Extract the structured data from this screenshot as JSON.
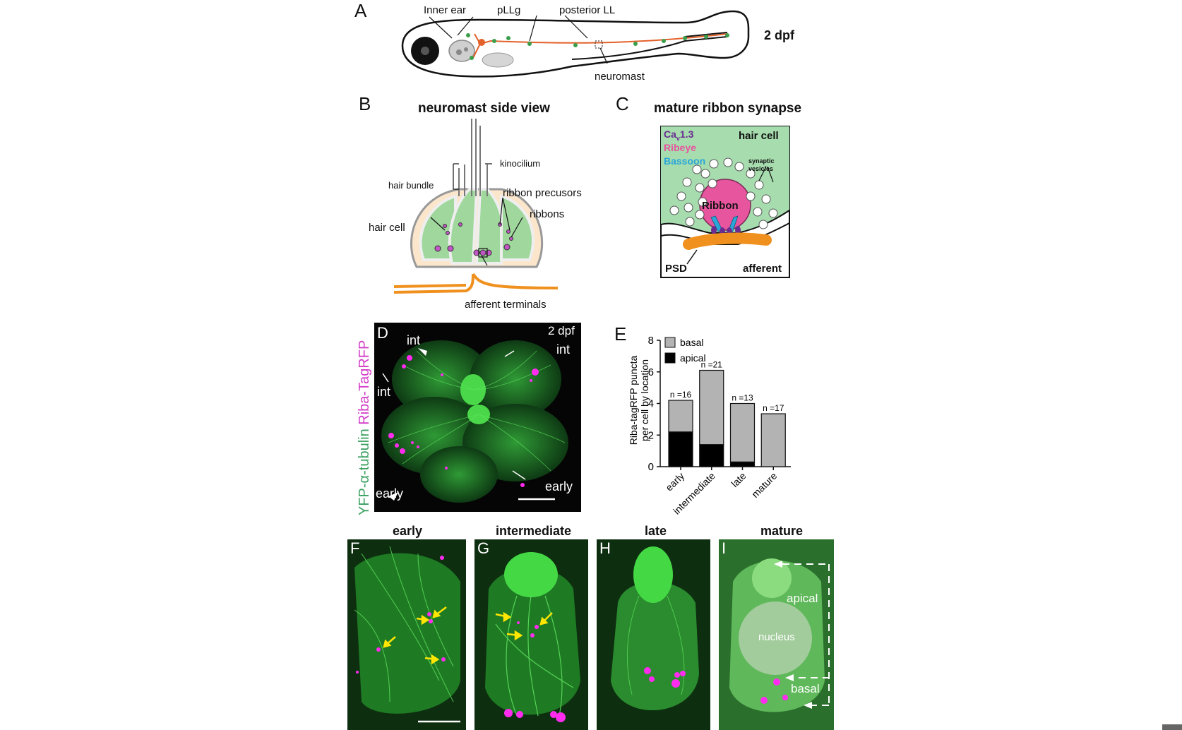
{
  "panelA": {
    "letter": "A",
    "age": "2 dpf",
    "labels": {
      "inner_ear": "Inner ear",
      "pllg": "pLLg",
      "posterior_ll": "posterior LL",
      "neuromast": "neuromast"
    }
  },
  "panelB": {
    "letter": "B",
    "title": "neuromast side view",
    "labels": {
      "kinocilium": "kinocilium",
      "hair_bundle": "hair bundle",
      "ribbon_precursors": "ribbon precusors",
      "ribbons": "ribbons",
      "hair_cell": "hair cell",
      "afferent_terminals": "afferent terminals"
    }
  },
  "panelC": {
    "letter": "C",
    "title": "mature ribbon synapse",
    "legend": {
      "cav_main": "Ca",
      "cav_sub": "v",
      "cav_rest": "1.3",
      "ribeye": "Ribeye",
      "bassoon": "Bassoon"
    },
    "labels": {
      "hair_cell": "hair cell",
      "synaptic": "synaptic",
      "vesicles": "vesicles",
      "ribbon": "Ribbon",
      "psd": "PSD",
      "afferent": "afferent"
    },
    "colors": {
      "cav": "#6a2c91",
      "ribeye": "#e8559f",
      "bassoon": "#2aa6d8",
      "cell": "#a6dcae",
      "psd": "#f0901e"
    }
  },
  "panelD": {
    "letter": "D",
    "age": "2 dpf",
    "side_label_green": "YFP-α-tubulin",
    "side_label_magenta": "Riba-TagRFP",
    "arrows": {
      "int1": "int",
      "int2": "int",
      "int3": "int",
      "early1": "early",
      "early2": "early"
    }
  },
  "panelE": {
    "letter": "E"
  },
  "chart_data": {
    "type": "bar",
    "stacked": true,
    "categories": [
      "early",
      "intermediate",
      "late",
      "mature"
    ],
    "series": [
      {
        "name": "apical",
        "color": "#000000",
        "values": [
          2.2,
          1.4,
          0.3,
          0.0
        ]
      },
      {
        "name": "basal",
        "color": "#b3b3b3",
        "values": [
          2.0,
          4.7,
          3.7,
          3.35
        ]
      }
    ],
    "n_labels": [
      "n =16",
      "n =21",
      "n =13",
      "n =17"
    ],
    "ylabel_line1": "Riba-tagRFP puncta",
    "ylabel_line2": "per cell by location",
    "ylim": [
      0,
      8
    ],
    "yticks": [
      "0",
      "2",
      "4",
      "6",
      "8"
    ],
    "legend_position": "top-left"
  },
  "bottom_panels": [
    {
      "letter": "F",
      "title": "early"
    },
    {
      "letter": "G",
      "title": "intermediate"
    },
    {
      "letter": "H",
      "title": "late"
    },
    {
      "letter": "I",
      "title": "mature",
      "labels": {
        "apical": "apical",
        "nucleus": "nucleus",
        "basal": "basal"
      }
    }
  ]
}
